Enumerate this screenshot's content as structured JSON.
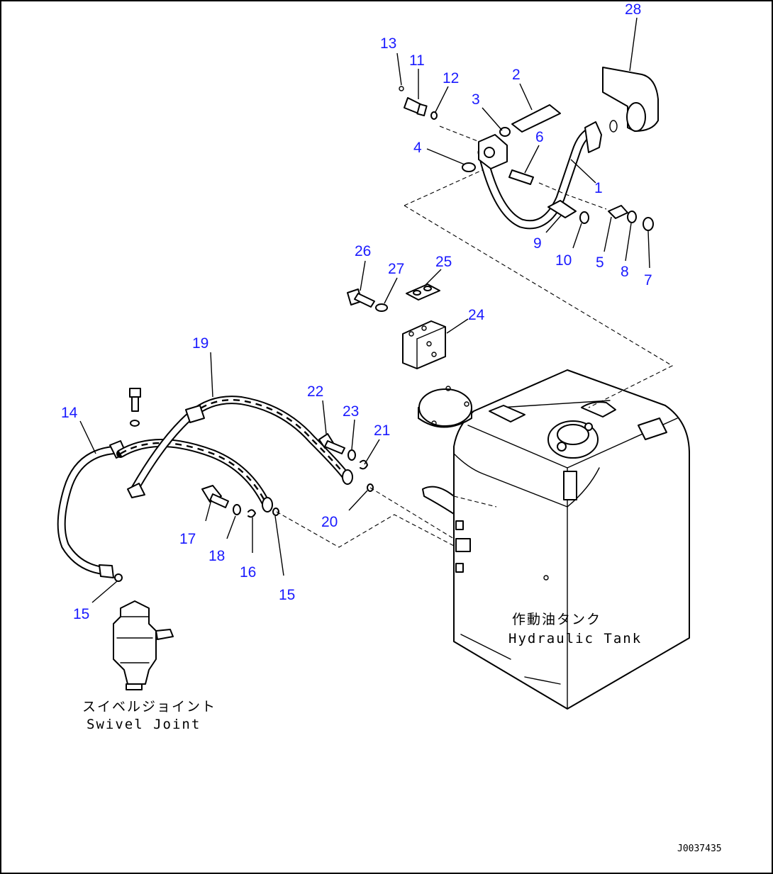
{
  "diagram": {
    "callouts": [
      "1",
      "2",
      "3",
      "4",
      "5",
      "6",
      "7",
      "8",
      "9",
      "10",
      "11",
      "12",
      "13",
      "14",
      "15",
      "15",
      "16",
      "17",
      "18",
      "19",
      "20",
      "21",
      "22",
      "23",
      "24",
      "25",
      "26",
      "27",
      "28"
    ],
    "labels": {
      "tank_jp": "作動油タンク",
      "tank_en": "Hydraulic Tank",
      "swivel_jp": "スイベルジョイント",
      "swivel_en": "Swivel Joint"
    },
    "drawing_code": "J0037435"
  }
}
